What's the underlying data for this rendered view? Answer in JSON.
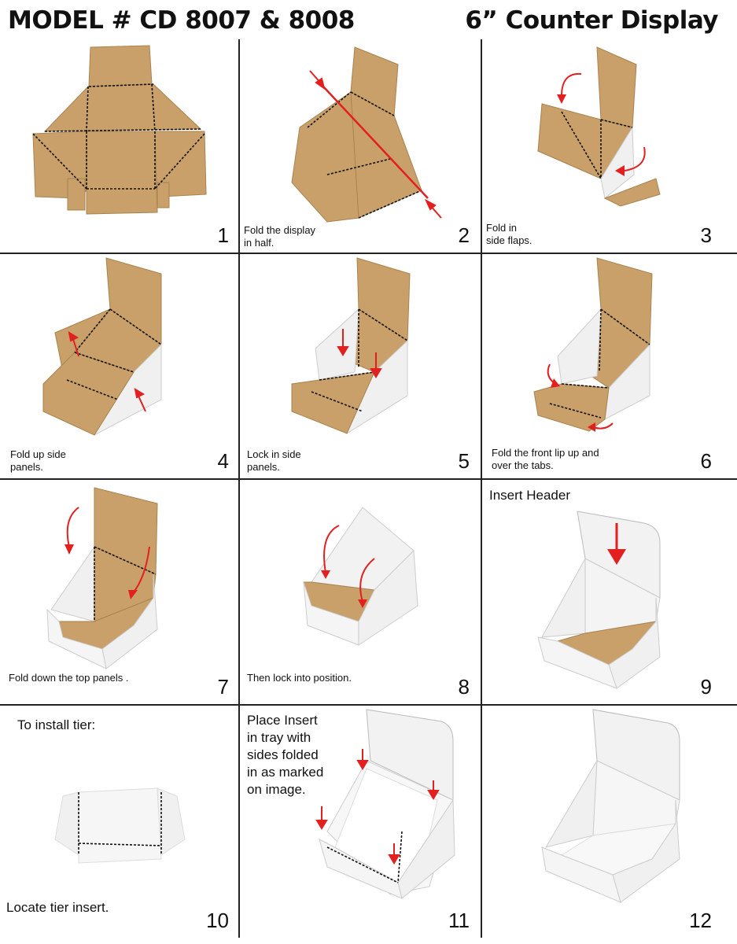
{
  "header": {
    "model": "MODEL # CD 8007 & 8008",
    "title": "6” Counter Display"
  },
  "steps": [
    {
      "number": "1",
      "caption": ""
    },
    {
      "number": "2",
      "caption": "Fold the display\nin half."
    },
    {
      "number": "3",
      "caption": "Fold in\nside flaps."
    },
    {
      "number": "4",
      "caption": "Fold up side\npanels."
    },
    {
      "number": "5",
      "caption": "Lock in side\npanels."
    },
    {
      "number": "6",
      "caption": "Fold the front lip up and\nover the tabs."
    },
    {
      "number": "7",
      "caption": "Fold down the top panels ."
    },
    {
      "number": "8",
      "caption": "Then lock into position."
    },
    {
      "number": "9",
      "caption": "Insert Header"
    },
    {
      "number": "10",
      "caption": "To install tier:",
      "caption2": "Locate tier insert."
    },
    {
      "number": "11",
      "caption": "Place Insert\nin tray with\nsides folded\nin as marked\non image."
    },
    {
      "number": "12",
      "caption": ""
    }
  ],
  "colors": {
    "cardboard": "#c9a06a",
    "white_board": "#f2f2f2",
    "arrow": "#e32020",
    "line": "#222222"
  }
}
